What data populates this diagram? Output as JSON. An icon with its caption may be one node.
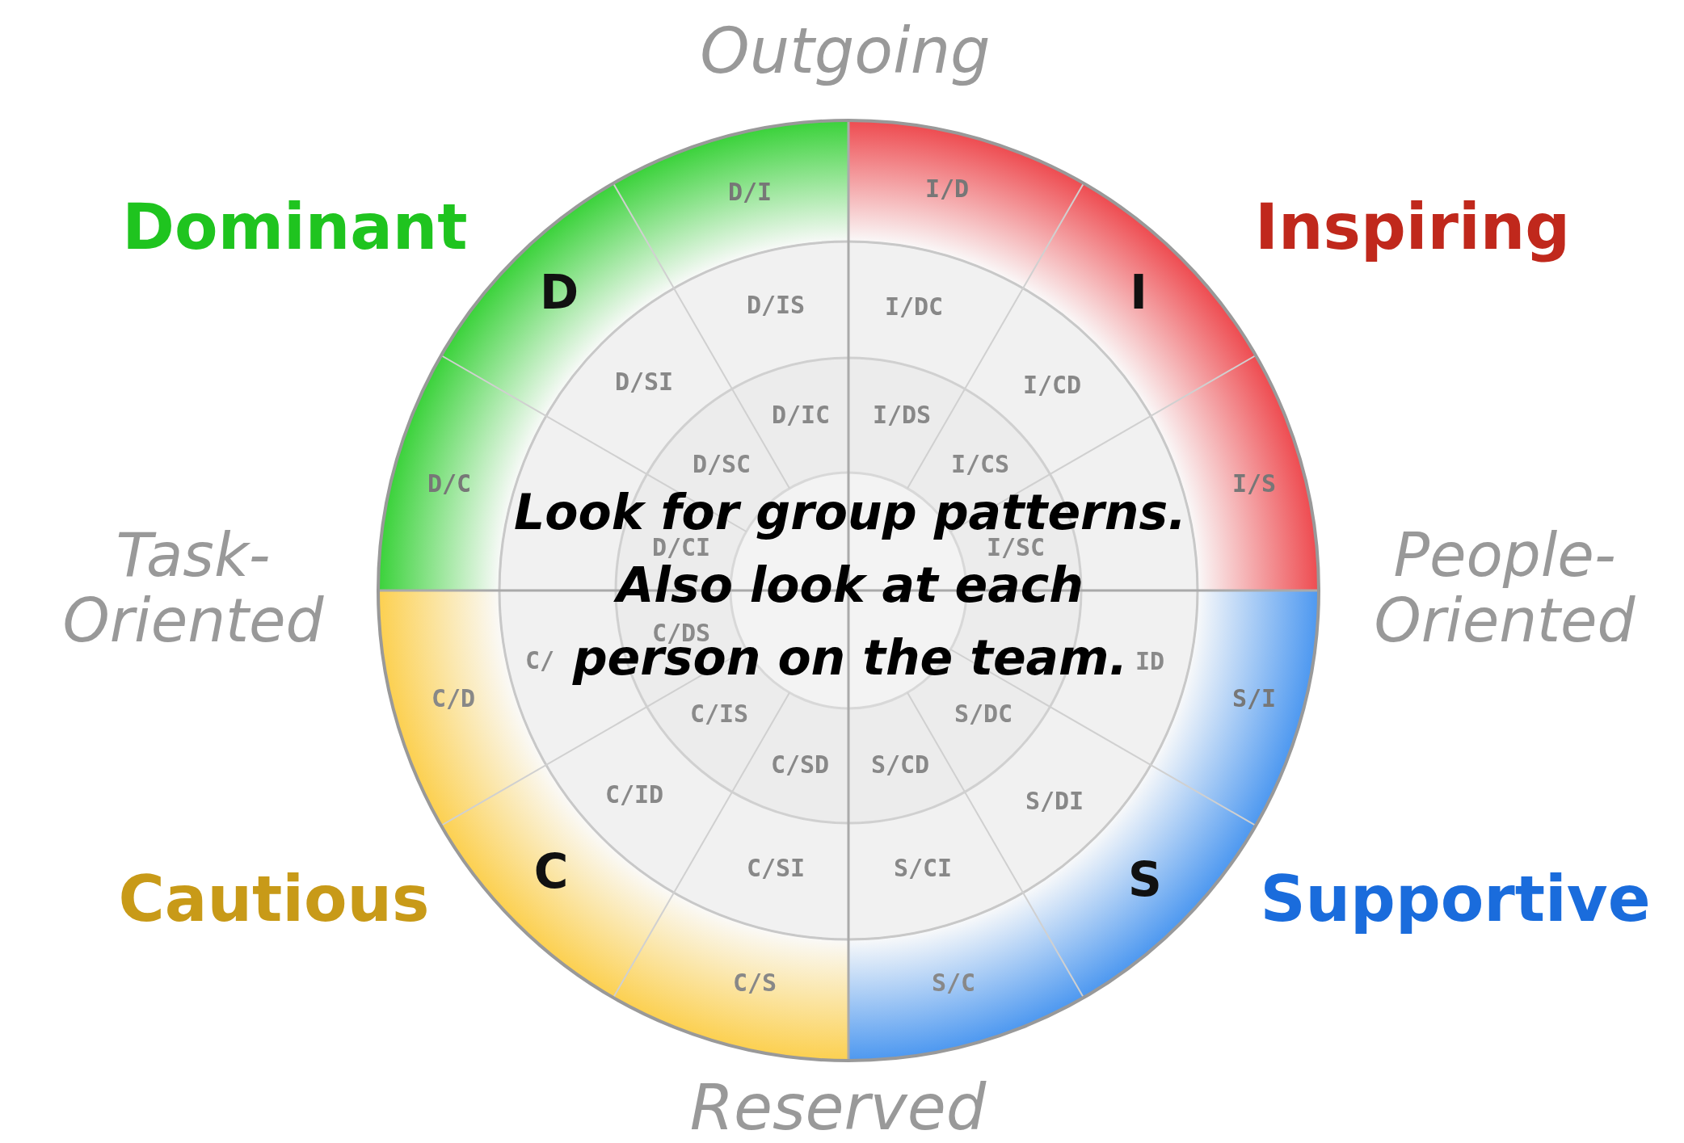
{
  "diagram": {
    "labels": [
      "Outgoing",
      "Dominant",
      "D/I",
      "I/D",
      "Inspiring",
      "D",
      "D/IS",
      "I/DC",
      "I",
      "D/SI",
      "I/CD",
      "D/IC",
      "I/DS",
      "D/SC",
      "I/CS",
      "D/C",
      "I/S",
      "Look for group patterns. Also look at each person on the team.",
      "Task- Oriented",
      "People- Oriented",
      "D/CI",
      "I/SC",
      "C/DS",
      "C/",
      "ID",
      "C/D",
      "S/I",
      "C/IS",
      "S/DC",
      "C/SD",
      "S/CD",
      "C/ID",
      "S/DI",
      "C",
      "C/SI",
      "S/CI",
      "S",
      "Cautious",
      "Supportive",
      "C/S",
      "S/C",
      "Reserved"
    ]
  }
}
